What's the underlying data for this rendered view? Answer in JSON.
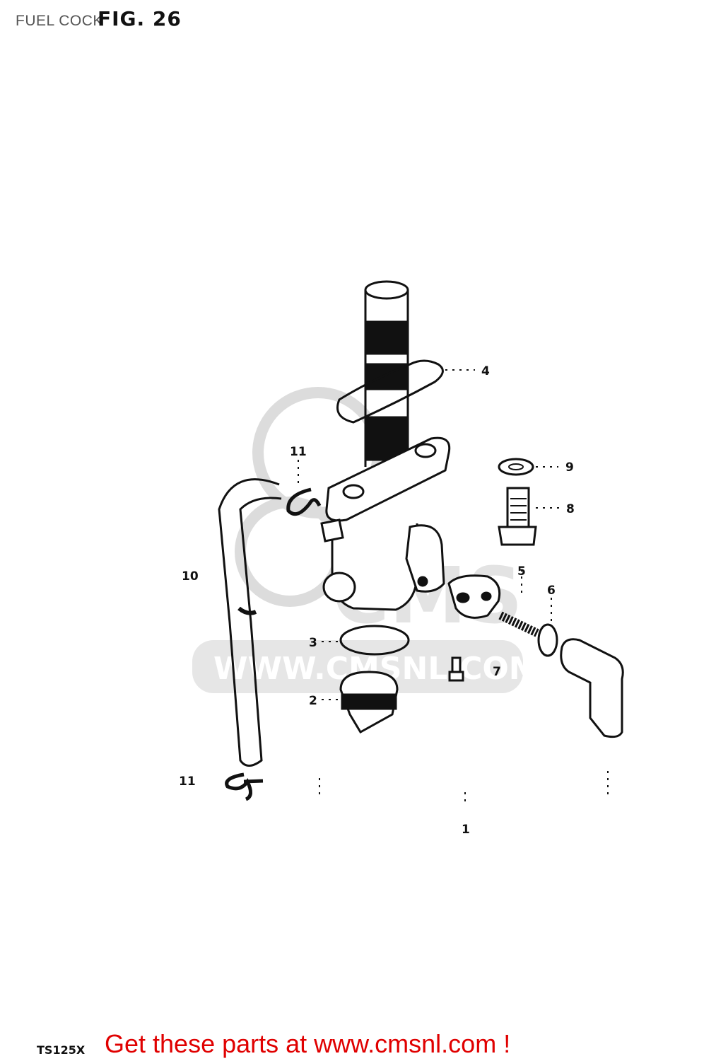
{
  "header": {
    "title": "FUEL COCK",
    "figure": "FIG. 26"
  },
  "watermark": {
    "text": "WWW.CMSNL.COM",
    "brand": "CMS"
  },
  "callouts": [
    {
      "id": "c4",
      "label": "4"
    },
    {
      "id": "c9",
      "label": "9"
    },
    {
      "id": "c8",
      "label": "8"
    },
    {
      "id": "c11a",
      "label": "11"
    },
    {
      "id": "c10",
      "label": "10"
    },
    {
      "id": "c5",
      "label": "5"
    },
    {
      "id": "c6",
      "label": "6"
    },
    {
      "id": "c3",
      "label": "3"
    },
    {
      "id": "c7",
      "label": "7"
    },
    {
      "id": "c2",
      "label": "2"
    },
    {
      "id": "c11b",
      "label": "11"
    },
    {
      "id": "c1",
      "label": "1"
    }
  ],
  "footer": {
    "model": "TS125X",
    "cta": "Get these parts at www.cmsnl.com !"
  },
  "colors": {
    "ink": "#111111",
    "watermark": "#d9d9d9",
    "cta": "#e00000"
  }
}
